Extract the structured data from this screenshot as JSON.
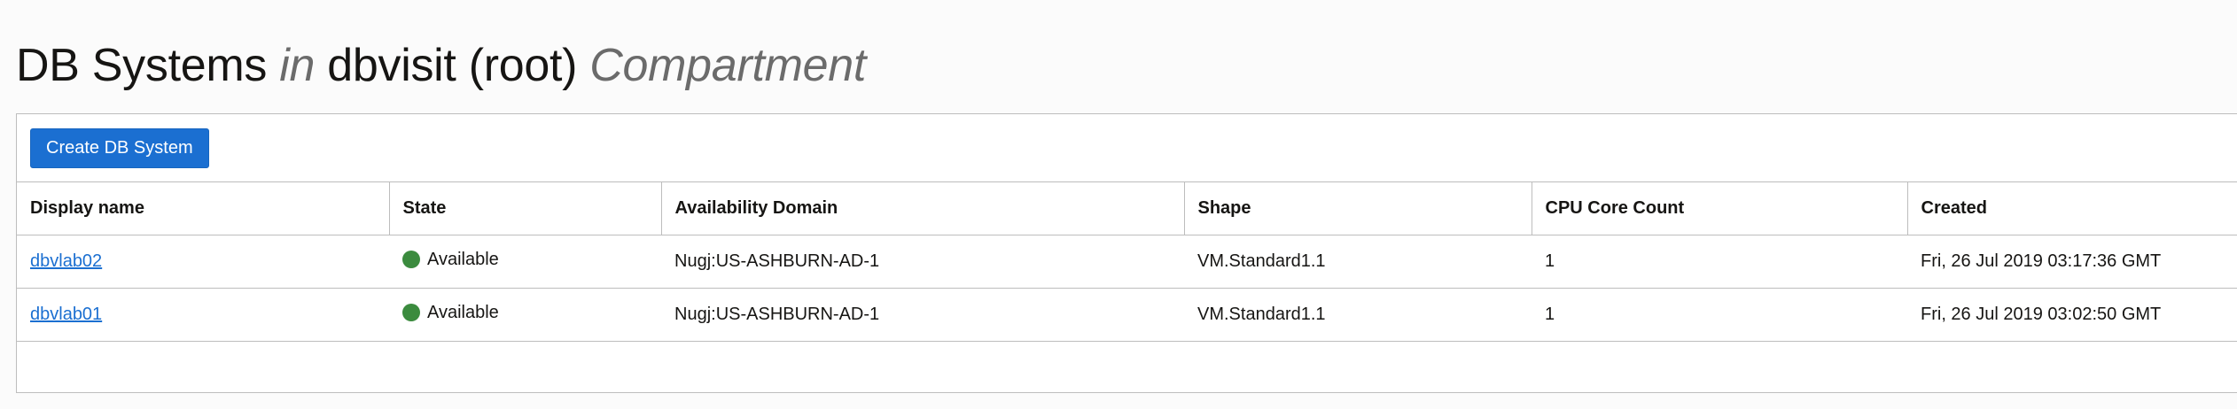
{
  "header": {
    "title_prefix": "DB Systems",
    "title_in": "in",
    "compartment_name": "dbvisit (root)",
    "title_suffix": "Compartment"
  },
  "toolbar": {
    "create_label": "Create DB System"
  },
  "table": {
    "columns": [
      "Display name",
      "State",
      "Availability Domain",
      "Shape",
      "CPU Core Count",
      "Created"
    ],
    "rows": [
      {
        "display_name": "dbvlab02",
        "state": "Available",
        "availability_domain": "Nugj:US-ASHBURN-AD-1",
        "shape": "VM.Standard1.1",
        "cpu_core_count": "1",
        "created": "Fri, 26 Jul 2019 03:17:36 GMT"
      },
      {
        "display_name": "dbvlab01",
        "state": "Available",
        "availability_domain": "Nugj:US-ASHBURN-AD-1",
        "shape": "VM.Standard1.1",
        "cpu_core_count": "1",
        "created": "Fri, 26 Jul 2019 03:02:50 GMT"
      }
    ]
  },
  "colors": {
    "accent": "#1b6fd1",
    "status_available": "#3b8b3e"
  },
  "icons": {
    "status": "status-dot-icon"
  }
}
